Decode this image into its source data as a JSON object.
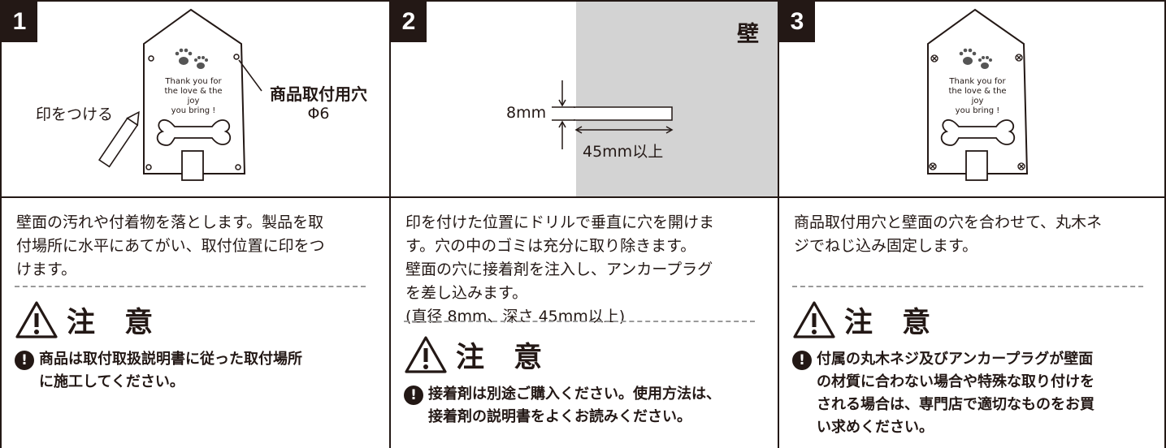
{
  "steps": [
    {
      "number": "1",
      "figure": {
        "label_mark": "印をつける",
        "label_hole": "商品取付用穴",
        "label_hole_size": "Φ6",
        "plate_text": [
          "Thank you for",
          "the love & the joy",
          "you bring !"
        ]
      },
      "description": [
        "壁面の汚れや付着物を落とします。製品を取",
        "付場所に水平にあてがい、取付位置に印をつ",
        "けます。"
      ],
      "caution_title": "注 意",
      "caution_text": [
        "商品は取付取扱説明書に従った取付場所",
        "に施工してください。"
      ]
    },
    {
      "number": "2",
      "figure": {
        "wall_label": "壁",
        "dim_diameter": "8mm",
        "dim_depth": "45mm以上"
      },
      "description": [
        "印を付けた位置にドリルで垂直に穴を開けま",
        "す。穴の中のゴミは充分に取り除きます。",
        "壁面の穴に接着剤を注入し、アンカープラグ",
        "を差し込みます。",
        "(直径 8mm、深さ 45mm以上)"
      ],
      "caution_title": "注 意",
      "caution_text": [
        "接着剤は別途ご購入ください。使用方法は、",
        "接着剤の説明書をよくお読みください。"
      ]
    },
    {
      "number": "3",
      "figure": {
        "plate_text": [
          "Thank you for",
          "the love & the joy",
          "you bring !"
        ]
      },
      "description": [
        "商品取付用穴と壁面の穴を合わせて、丸木ネ",
        "ジでねじ込み固定します。"
      ],
      "caution_title": "注 意",
      "caution_text": [
        "付属の丸木ネジ及びアンカープラグが壁面",
        "の材質に合わない場合や特殊な取り付けを",
        "される場合は、専門店で適切なものをお買",
        "い求めください。"
      ]
    }
  ],
  "icons": {
    "warning": "warning-triangle-icon",
    "note": "exclamation-circle-icon",
    "paw": "paw-icon",
    "bone": "bone-icon",
    "pencil": "pencil-icon",
    "screw": "screw-icon"
  }
}
